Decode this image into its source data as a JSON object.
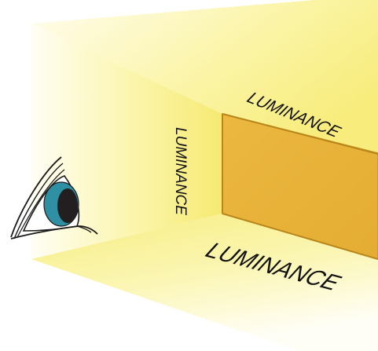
{
  "labels": {
    "ceiling": "LUMINANCE",
    "left_wall": "LUMINANCE",
    "floor": "LUMINANCE"
  },
  "colors": {
    "light_yellow": "#fbf6a8",
    "pale_yellow": "#fffde8",
    "back_wall": "#e9b33a",
    "back_wall_edge": "#c99622",
    "iris": "#2f8fa3",
    "pupil": "#231f20",
    "outline": "#1a1a1a"
  },
  "icons": {
    "eye": "eye-icon"
  }
}
